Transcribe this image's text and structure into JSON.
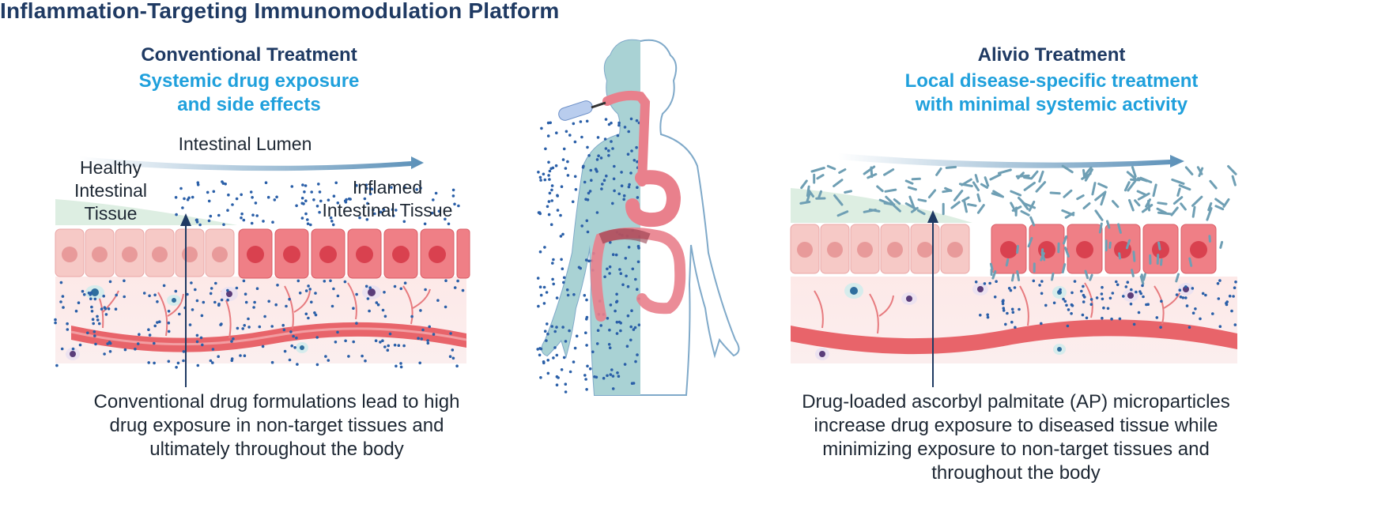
{
  "title": "Inflammation-Targeting Immunomodulation Platform",
  "left": {
    "heading": "Conventional Treatment",
    "subheading_line1": "Systemic drug exposure",
    "subheading_line2": "and side effects",
    "lumen_label": "Intestinal Lumen",
    "healthy_label_line1": "Healthy",
    "healthy_label_line2": "Intestinal",
    "healthy_label_line3": "Tissue",
    "inflamed_label_line1": "Inflamed",
    "inflamed_label_line2": "Intestinal Tissue",
    "caption_line1": "Conventional drug formulations lead to high",
    "caption_line2": "drug exposure in non-target tissues and",
    "caption_line3": "ultimately throughout the body"
  },
  "right": {
    "heading": "Alivio Treatment",
    "subheading_line1": "Local disease-specific treatment",
    "subheading_line2": "with minimal systemic activity",
    "caption_line1": "Drug-loaded ascorbyl palmitate (AP) microparticles",
    "caption_line2": "increase drug exposure to diseased tissue while",
    "caption_line3": "minimizing exposure to non-target tissues and",
    "caption_line4": "throughout the body"
  },
  "colors": {
    "title": "#1f3a63",
    "subheading": "#1fa0dc",
    "healthy_cell": "#f6c9c6",
    "inflamed_cell": "#ef7f86",
    "vessel": "#e8646a",
    "drug_dot": "#2a5fa8",
    "body_fill": "#5fa8ad",
    "gi_tract": "#e9808c"
  }
}
